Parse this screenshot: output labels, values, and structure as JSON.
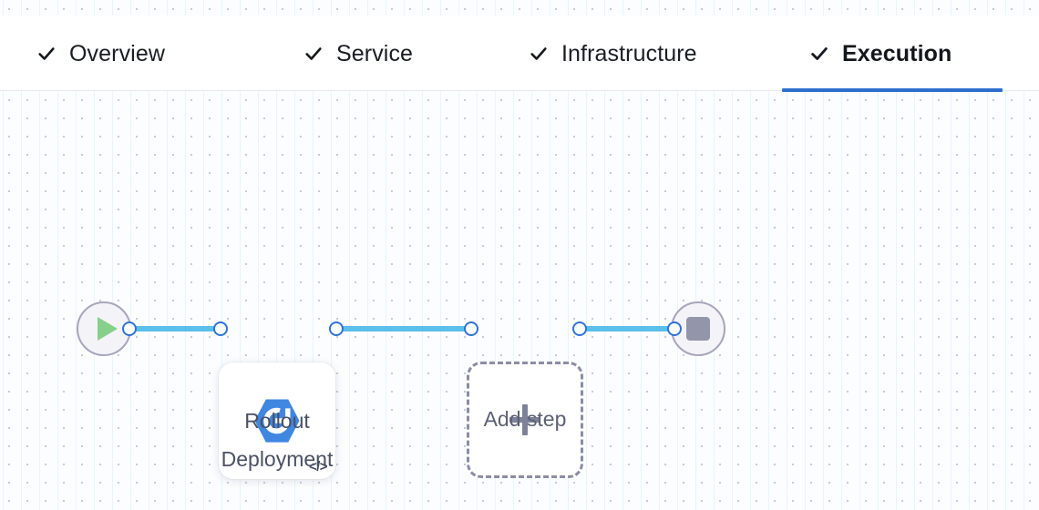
{
  "tabs": [
    {
      "label": "Overview",
      "icon": "check-icon",
      "complete": true,
      "active": false
    },
    {
      "label": "Service",
      "icon": "check-icon",
      "complete": true,
      "active": false
    },
    {
      "label": "Infrastructure",
      "icon": "check-icon",
      "complete": true,
      "active": false
    },
    {
      "label": "Execution",
      "icon": "check-icon",
      "complete": true,
      "active": true
    }
  ],
  "flow": {
    "start_node": {
      "name": "start-node",
      "icon": "play-icon"
    },
    "end_node": {
      "name": "end-node",
      "icon": "stop-icon"
    },
    "steps": [
      {
        "label": "Rollout\nDeployment",
        "icon": "rollout-deployment-icon",
        "badge": "</>",
        "badge_icon": "code-icon"
      }
    ],
    "add_step": {
      "label": "Add step",
      "icon": "plus-icon"
    }
  },
  "colors": {
    "accent_blue": "#2f6fd0",
    "edge_blue": "#5bbfeb",
    "port_blue": "#2f73d6",
    "play_green": "#86d08c",
    "stop_gray": "#9396ab",
    "node_border": "#a8a5bb",
    "icon_blue": "#3f87e0",
    "caption_text": "#4a5163",
    "dashed_border": "#8a8da3",
    "canvas_bg": "#fbfdff",
    "tabbar_bg": "#ffffff"
  }
}
